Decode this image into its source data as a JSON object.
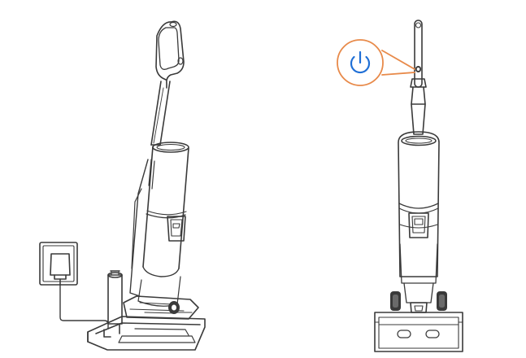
{
  "diagram": {
    "panels": [
      {
        "name": "charging-view",
        "elements": [
          "wall-outlet-icon",
          "power-adapter-icon",
          "charging-cable",
          "charging-base",
          "cleaning-brush",
          "vacuum-unit"
        ]
      },
      {
        "name": "front-view",
        "elements": [
          "vacuum-unit",
          "handle-button-callout"
        ]
      }
    ],
    "callout": {
      "icon": "power-icon",
      "points_to": "handle-power-button"
    },
    "colors": {
      "line": "#3a3a3a",
      "callout_ring": "#e88a4a",
      "callout_icon": "#1f6fd6",
      "background": "#ffffff"
    }
  }
}
